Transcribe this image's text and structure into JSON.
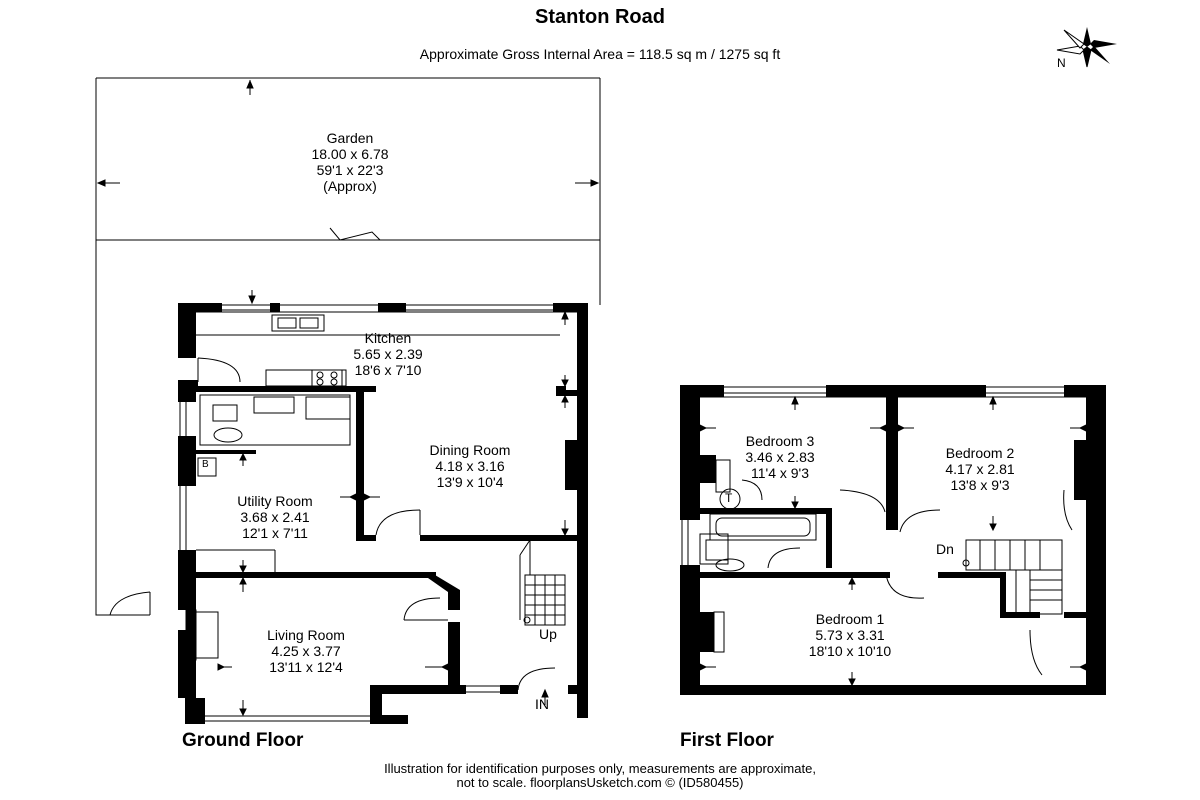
{
  "header": {
    "title": "Stanton Road",
    "gross_area": "Approximate Gross Internal Area = 118.5 sq m / 1275 sq ft"
  },
  "compass": {
    "label": "N",
    "icon": "compass-rose-icon"
  },
  "garden": {
    "name": "Garden",
    "metric": "18.00 x 6.78",
    "imperial": "59'1 x 22'3",
    "note": "(Approx)"
  },
  "ground_floor": {
    "label": "Ground Floor",
    "rooms": {
      "kitchen": {
        "name": "Kitchen",
        "metric": "5.65 x 2.39",
        "imperial": "18'6 x 7'10"
      },
      "dining": {
        "name": "Dining Room",
        "metric": "4.18 x 3.16",
        "imperial": "13'9 x 10'4"
      },
      "utility": {
        "name": "Utility Room",
        "metric": "3.68 x 2.41",
        "imperial": "12'1 x 7'11"
      },
      "living": {
        "name": "Living Room",
        "metric": "4.25 x 3.77",
        "imperial": "13'11 x 12'4"
      }
    },
    "boiler_label": "B",
    "stairs_label": "Up",
    "entrance_label": "IN"
  },
  "first_floor": {
    "label": "First Floor",
    "rooms": {
      "bedroom3": {
        "name": "Bedroom 3",
        "metric": "3.46 x 2.83",
        "imperial": "11'4 x 9'3"
      },
      "bedroom2": {
        "name": "Bedroom 2",
        "metric": "4.17 x 2.81",
        "imperial": "13'8 x 9'3"
      },
      "bedroom1": {
        "name": "Bedroom 1",
        "metric": "5.73 x 3.31",
        "imperial": "18'10 x 10'10"
      }
    },
    "tank_label": "T",
    "stairs_label": "Dn"
  },
  "footer": {
    "line1": "Illustration for identification purposes only, measurements are approximate,",
    "line2": "not to scale. floorplansUsketch.com © (ID580455)"
  }
}
